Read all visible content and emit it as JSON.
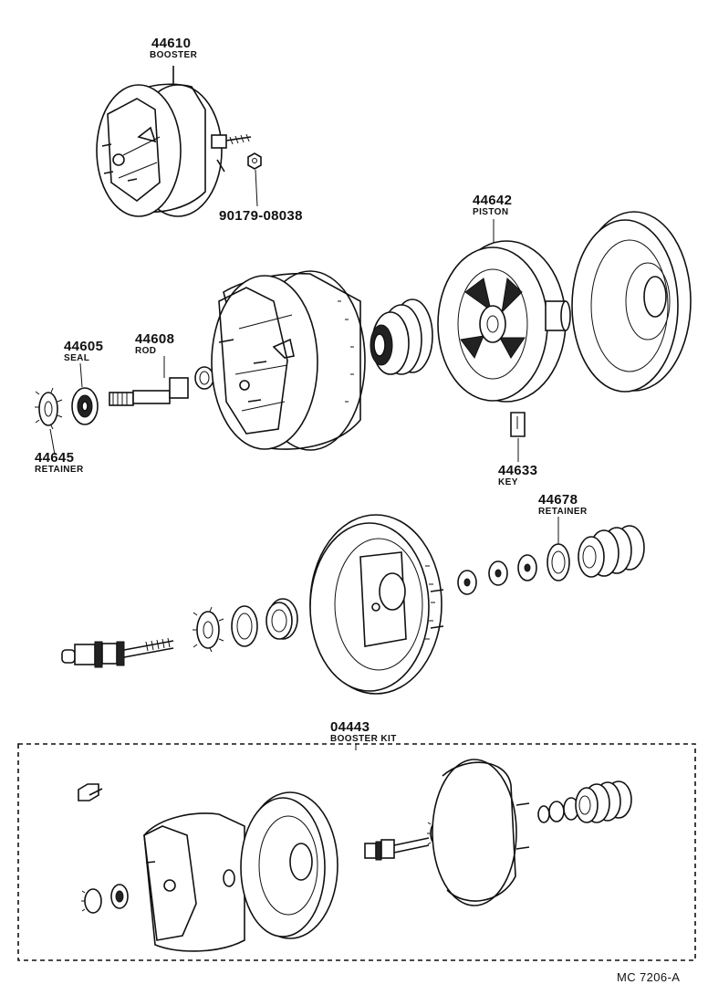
{
  "parts": [
    {
      "number": "44610",
      "name": "BOOSTER"
    },
    {
      "number": "90179-08038",
      "name": ""
    },
    {
      "number": "44642",
      "name": "PISTON"
    },
    {
      "number": "44605",
      "name": "SEAL"
    },
    {
      "number": "44608",
      "name": "ROD"
    },
    {
      "number": "44645",
      "name": "RETAINER"
    },
    {
      "number": "44633",
      "name": "KEY"
    },
    {
      "number": "44678",
      "name": "RETAINER"
    },
    {
      "number": "04443",
      "name": "BOOSTER KIT"
    }
  ],
  "footer": {
    "code": "MC  7206-A"
  }
}
